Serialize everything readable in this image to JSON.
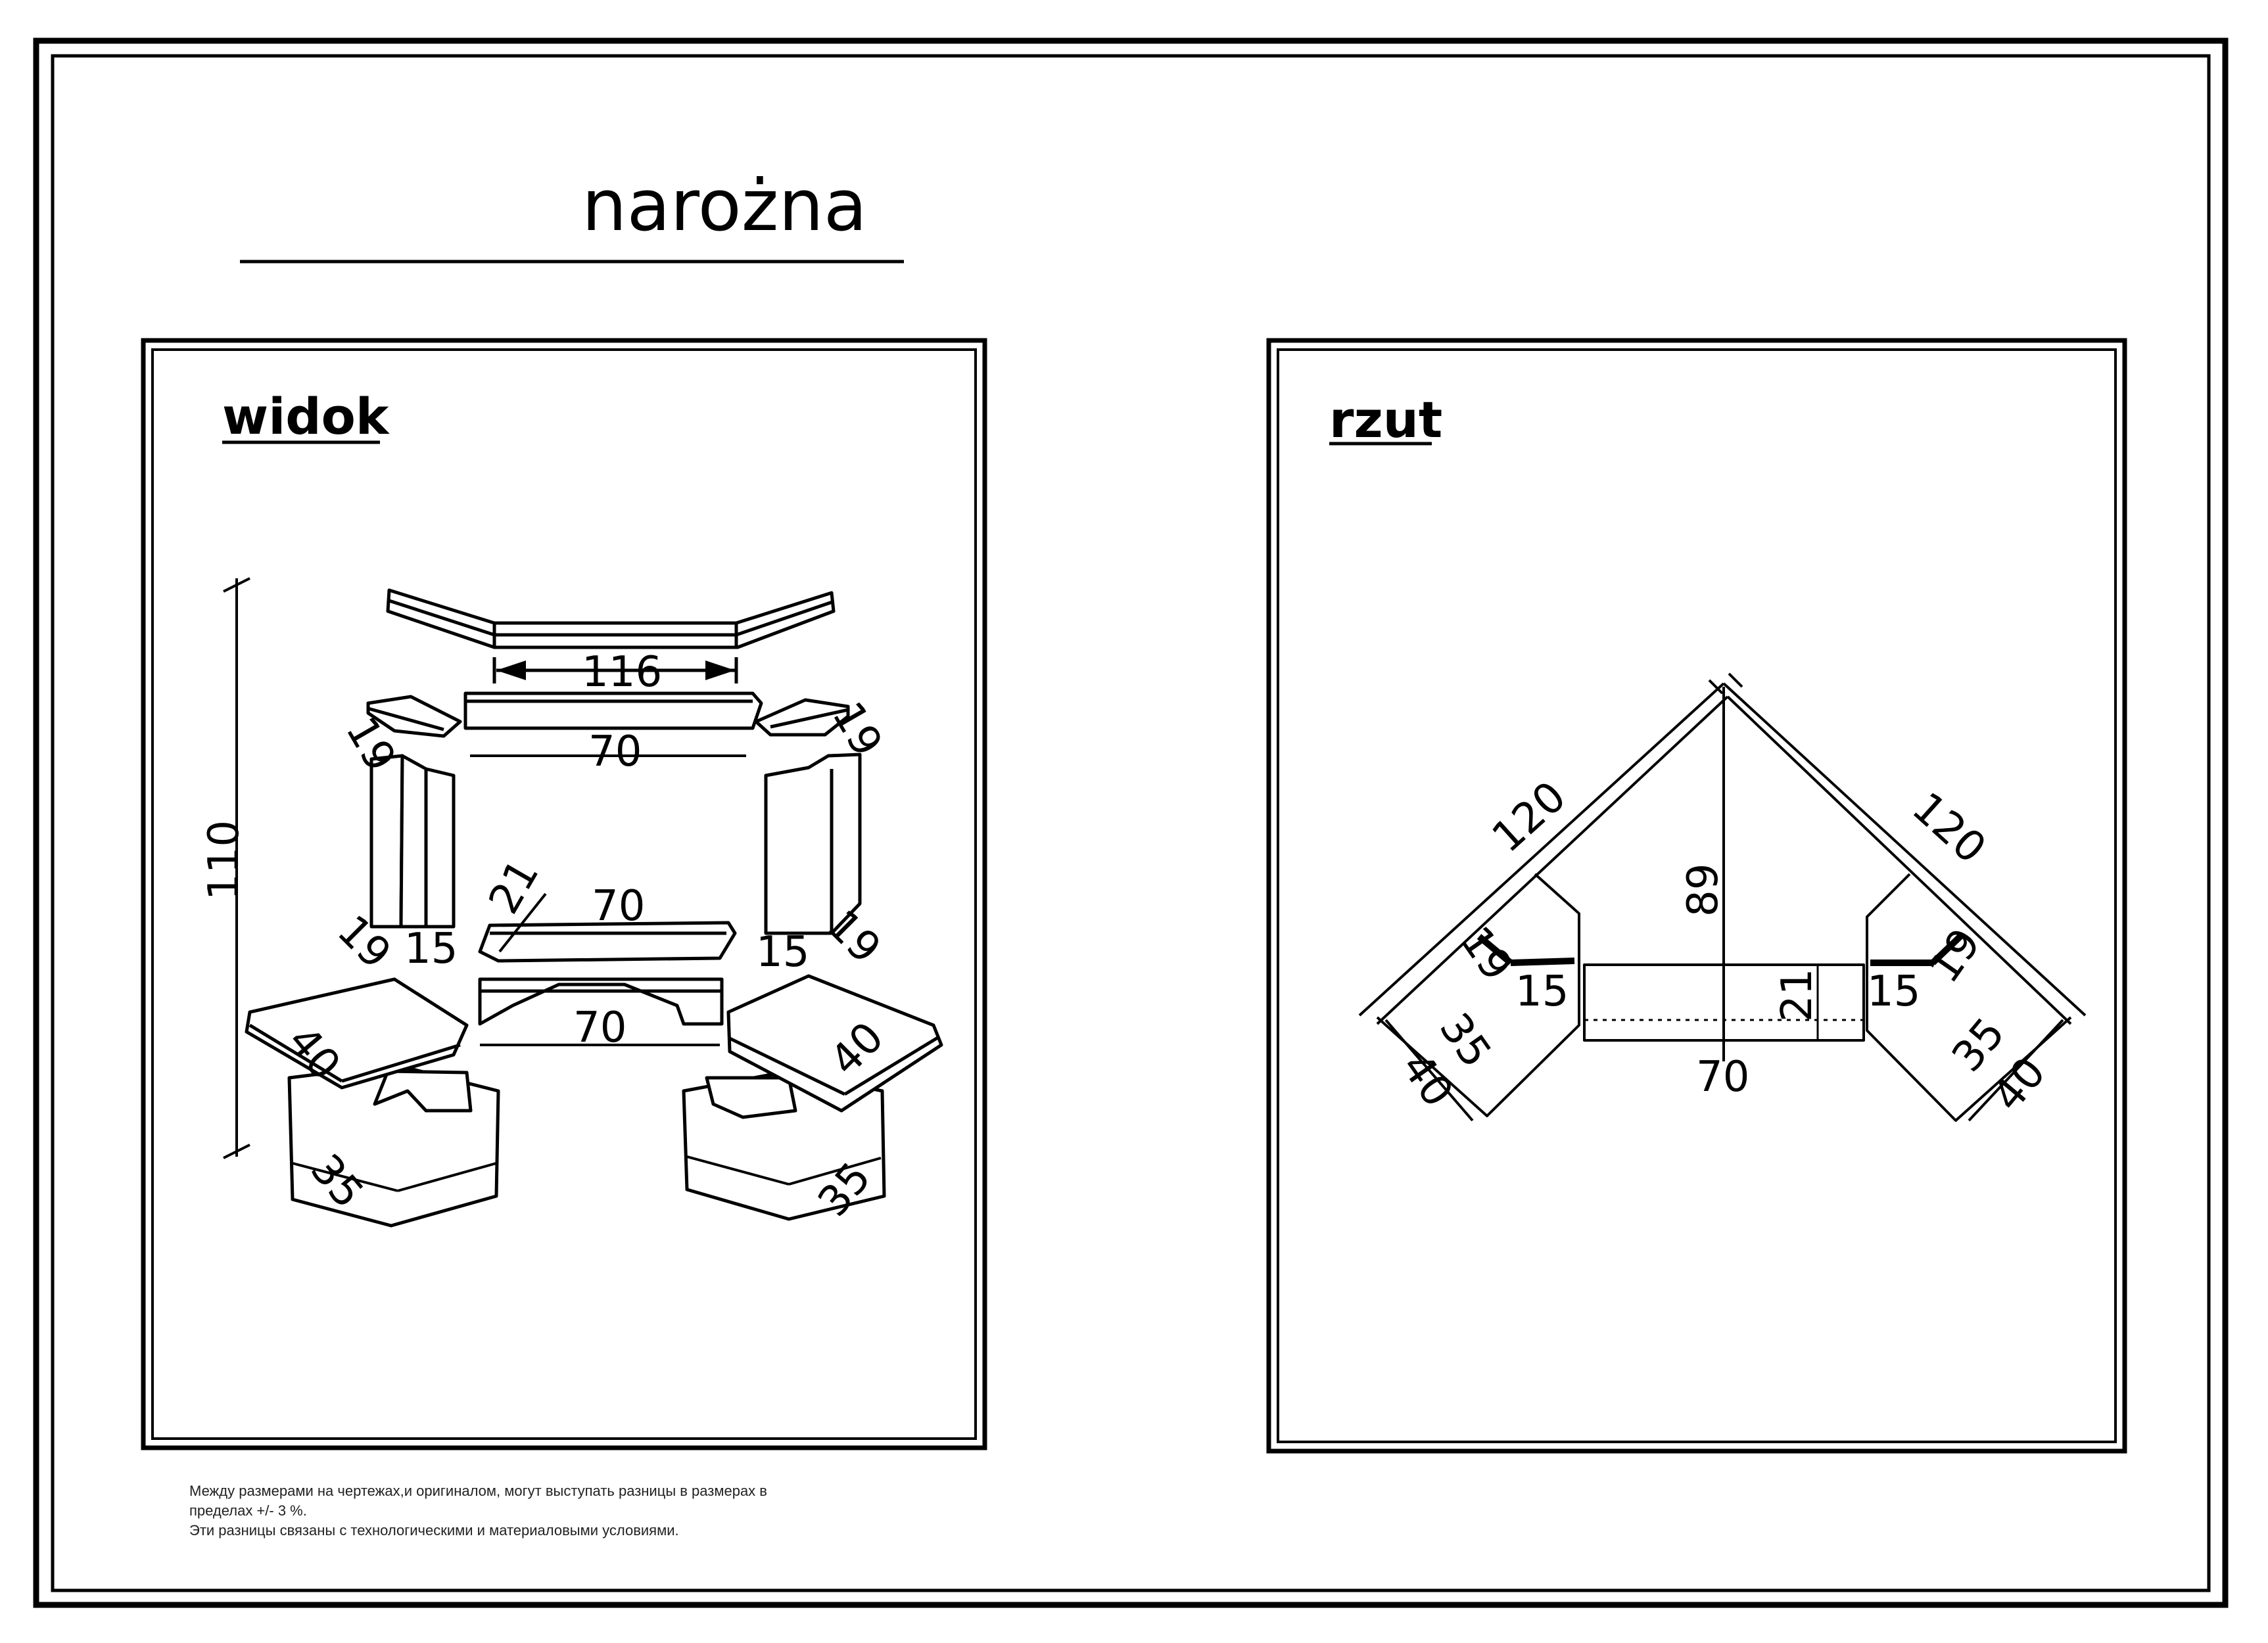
{
  "title": "narożna",
  "panels": {
    "view": {
      "label": "widok",
      "dims": {
        "height": "110",
        "top_span": "116",
        "lintel": "70",
        "corner_top_left": "19",
        "corner_top_right": "19",
        "pillar_depth_left": "19",
        "pillar_width_left": "15",
        "pillar_width_right": "15",
        "pillar_depth_right": "19",
        "middle_slab_depth": "21",
        "middle_slab_length": "70",
        "arch_length": "70",
        "base_left_top": "40",
        "base_right_top": "40",
        "base_left_bottom": "35",
        "base_right_bottom": "35"
      }
    },
    "plan": {
      "label": "rzut",
      "dims": {
        "side_left": "120",
        "side_right": "120",
        "depth": "89",
        "front_width": "70",
        "front_depth": "21",
        "inner_left_19": "19",
        "inner_left_15": "15",
        "inner_right_15": "15",
        "inner_right_19": "19",
        "left_35": "35",
        "left_40": "40",
        "right_35": "35",
        "right_40": "40"
      }
    }
  },
  "note": {
    "line1": "Между размерами на чертежах,и оригиналом, могут выступать разницы в размерах в",
    "line2": "пределах +/- 3 %.",
    "line3": "Эти разницы связаны с технологическими и материаловыми условиями."
  }
}
